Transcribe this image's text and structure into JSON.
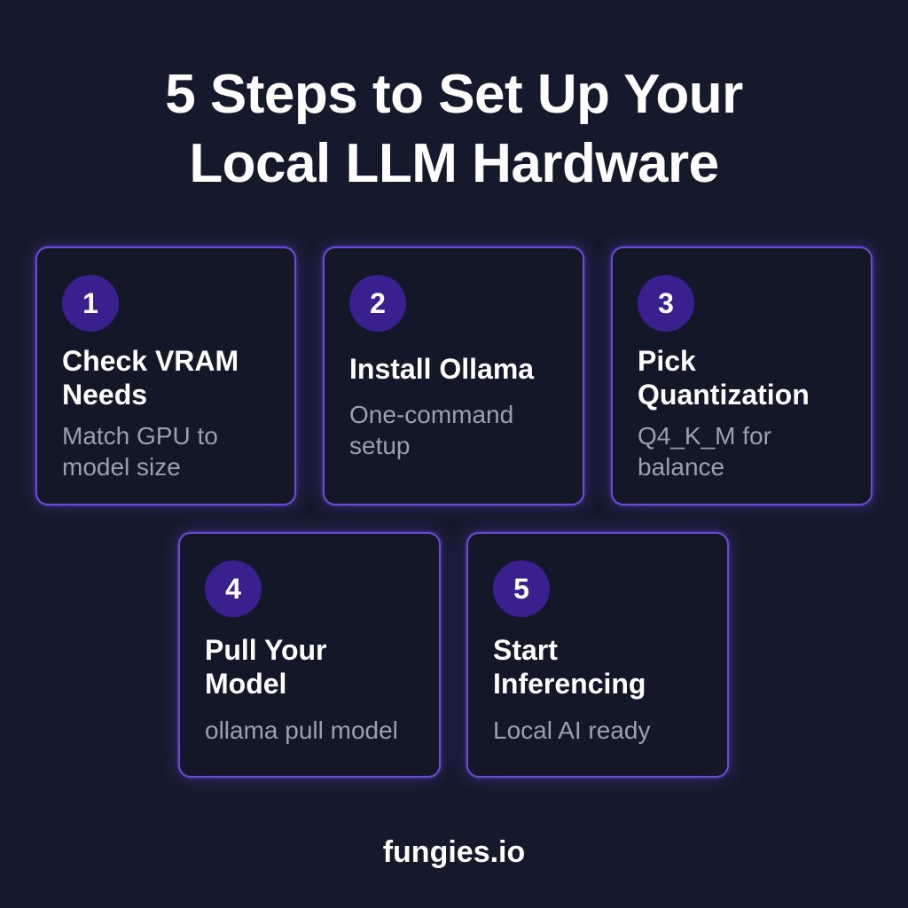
{
  "title": {
    "line1": "5 Steps to Set Up Your",
    "line2": "Local LLM Hardware"
  },
  "steps": [
    {
      "number": "1",
      "title_lines": [
        "Check VRAM",
        "Needs"
      ],
      "desc_lines": [
        "Match GPU to",
        "model size"
      ]
    },
    {
      "number": "2",
      "title_lines": [
        "Install Ollama"
      ],
      "desc_lines": [
        "One-command",
        "setup"
      ]
    },
    {
      "number": "3",
      "title_lines": [
        "Pick",
        "Quantization"
      ],
      "desc_lines": [
        "Q4_K_M for",
        "balance"
      ]
    },
    {
      "number": "4",
      "title_lines": [
        "Pull Your",
        "Model"
      ],
      "desc_lines": [
        "ollama pull model"
      ]
    },
    {
      "number": "5",
      "title_lines": [
        "Start",
        "Inferencing"
      ],
      "desc_lines": [
        "Local AI ready"
      ]
    }
  ],
  "footer": "fungies.io",
  "colors": {
    "background": "#141a2b",
    "card_border": "#6a4bd6",
    "badge": "#3a1f8f",
    "description": "#9aa0ac"
  }
}
